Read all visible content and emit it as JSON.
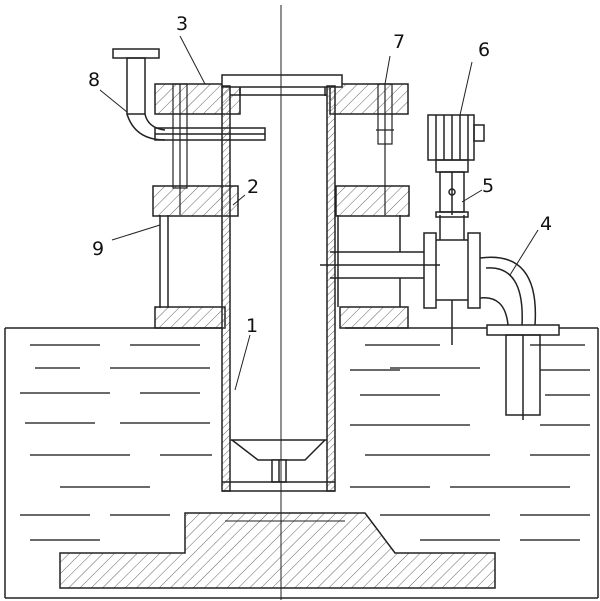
{
  "labels": {
    "l1": "1",
    "l2": "2",
    "l3": "3",
    "l4": "4",
    "l5": "5",
    "l6": "6",
    "l7": "7",
    "l8": "8",
    "l9": "9"
  },
  "colors": {
    "line": "#222222",
    "hatch": "#555555",
    "water": "#111111",
    "background": "#ffffff"
  }
}
